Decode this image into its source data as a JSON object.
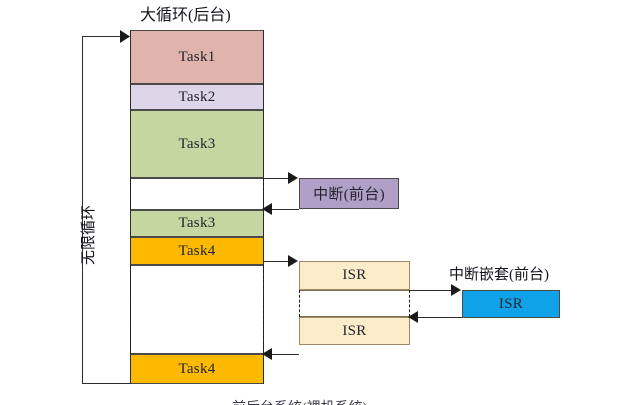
{
  "diagram": {
    "title_main": "大循环(后台)",
    "loop_label": "无限循环",
    "nested_label": "中断嵌套(前台)",
    "bottom_caption": "前后台系统(裸机系统)",
    "colors": {
      "task1": "#e0b3ad",
      "task2": "#dcd6e8",
      "task3": "#c5d6a0",
      "task4": "#fcb900",
      "interrupt": "#b0a0c8",
      "isr": "#fcecc9",
      "isr_nested": "#0fa2e8",
      "line": "#2c2c2c"
    },
    "blocks": {
      "task1": "Task1",
      "task2": "Task2",
      "task3_a": "Task3",
      "task3_b": "Task3",
      "task4_a": "Task4",
      "task4_b": "Task4",
      "interrupt": "中断(前台)",
      "isr_top": "ISR",
      "isr_bottom": "ISR",
      "isr_nested": "ISR"
    }
  }
}
